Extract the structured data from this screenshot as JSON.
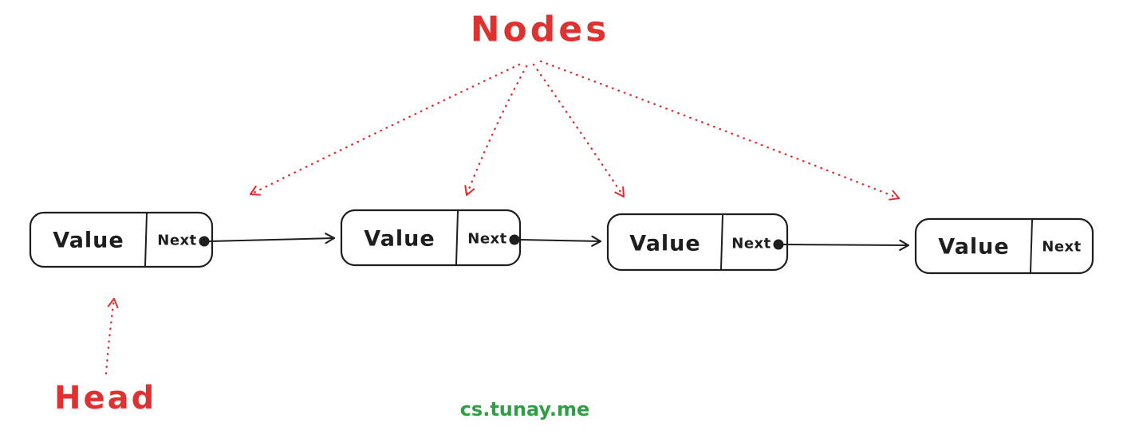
{
  "diagram": {
    "title": "Nodes",
    "head_label": "Head",
    "watermark": "cs.tunay.me",
    "node_count": 4,
    "nodes": [
      {
        "value_label": "Value",
        "next_label": "Next",
        "has_next_pointer": true
      },
      {
        "value_label": "Value",
        "next_label": "Next",
        "has_next_pointer": true
      },
      {
        "value_label": "Value",
        "next_label": "Next",
        "has_next_pointer": true
      },
      {
        "value_label": "Value",
        "next_label": "Next",
        "has_next_pointer": false
      }
    ],
    "colors": {
      "annotation_red": "#e03131",
      "ink_black": "#1e1e1e",
      "watermark_green": "#2f9e44",
      "background": "#ffffff"
    }
  }
}
